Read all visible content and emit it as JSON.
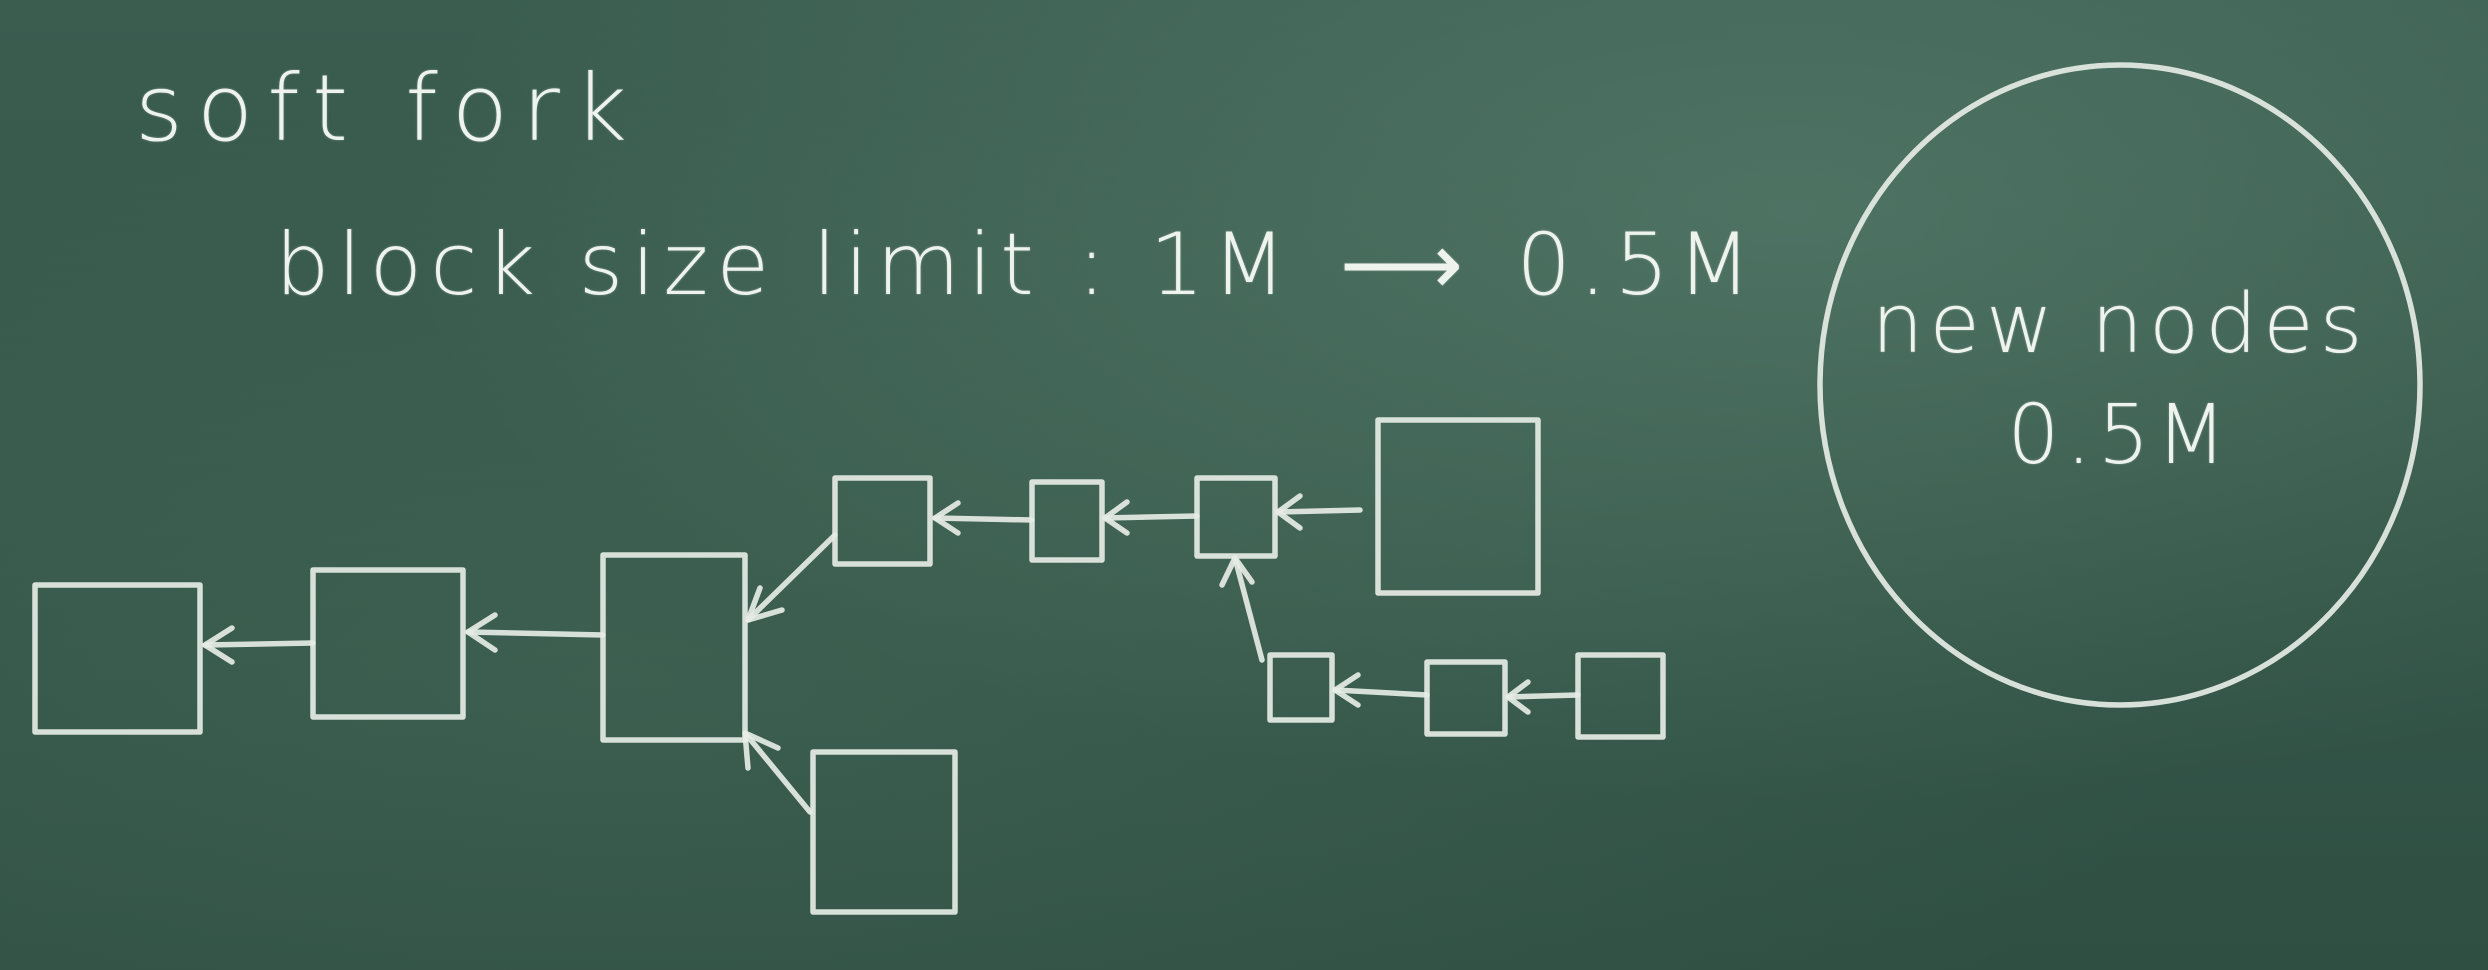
{
  "title": "soft fork",
  "limit": {
    "label": "block size limit :",
    "from": "1M",
    "arrow": "⟶",
    "to": "0.5M"
  },
  "circle": {
    "line1": "new nodes",
    "line2": "0.5M"
  },
  "colors": {
    "board": "#35574a",
    "chalk": "#e6ece6"
  }
}
